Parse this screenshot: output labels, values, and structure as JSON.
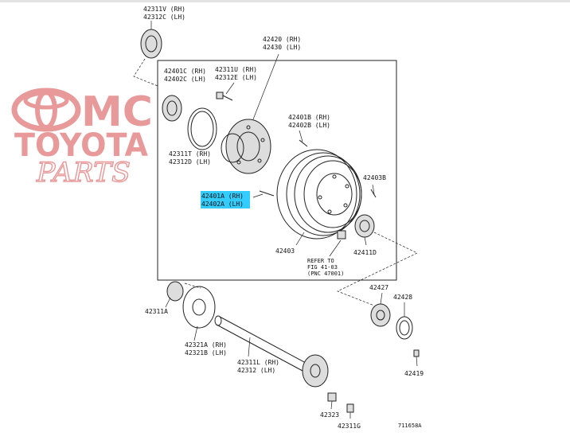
{
  "watermark": {
    "logo_text": "MC",
    "brand": "TOYOTA",
    "sub": "PARTS"
  },
  "labels": {
    "p42311V": [
      "42311V (RH)",
      "42312C (LH)"
    ],
    "p42420": [
      "42420 (RH)",
      "42430 (LH)"
    ],
    "p42401C": [
      "42401C (RH)",
      "42402C (LH)"
    ],
    "p42311U": [
      "42311U (RH)",
      "42312E (LH)"
    ],
    "p42311T": [
      "42311T (RH)",
      "42312D (LH)"
    ],
    "p42401B": [
      "42401B (RH)",
      "42402B (LH)"
    ],
    "p42403B": "42403B",
    "p42401A": [
      "42401A (RH)",
      "42402A (LH)"
    ],
    "p42403": "42403",
    "p42411D": "42411D",
    "refer": [
      "REFER TO",
      "FIG 41-03",
      "(PNC 47001)"
    ],
    "p42311A": "42311A",
    "p42427": "42427",
    "p42428": "42428",
    "p42321": [
      "42321A (RH)",
      "42321B (LH)"
    ],
    "p42311L": [
      "42311L (RH)",
      "42312 (LH)"
    ],
    "p42419": "42419",
    "p42323": "42323",
    "p42311G": "42311G",
    "code": "711658A"
  },
  "colors": {
    "highlight": "#33ccff",
    "watermark": "#e89a9a",
    "line": "#222222"
  }
}
